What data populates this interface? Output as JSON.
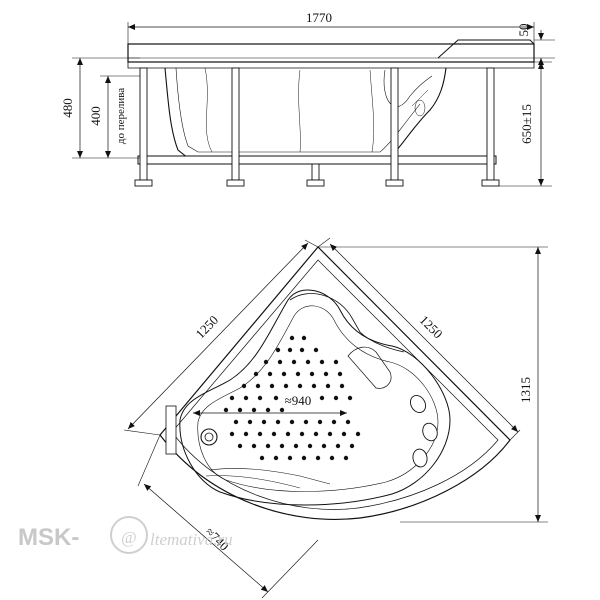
{
  "side_view": {
    "length": "1770",
    "rim_height": "50",
    "overall_height": "480",
    "overflow_height": "400",
    "overflow_label": "до перелива",
    "adjustable_height": "650±15"
  },
  "top_view": {
    "side_a": "1250",
    "side_b": "1250",
    "depth": "1315",
    "inner_span": "≈940",
    "front_width": "≈740"
  },
  "watermark": {
    "brand": "MSK-",
    "at_symbol": "@",
    "domain": "ltemativa.ru"
  }
}
